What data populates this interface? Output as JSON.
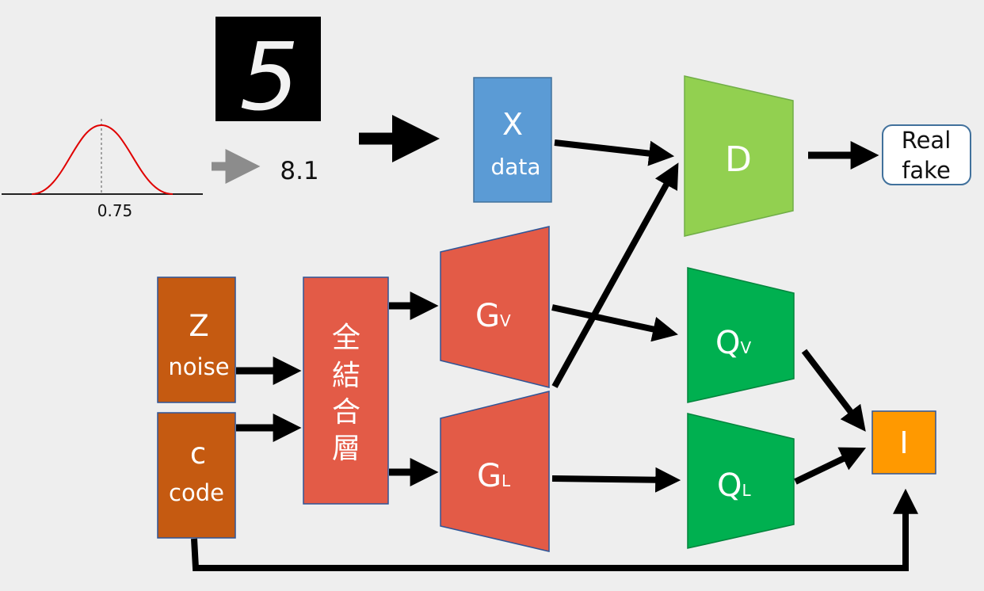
{
  "distribution": {
    "mean_label": "0.75"
  },
  "sample": {
    "value_label": "8.1"
  },
  "digit_image": {
    "digit": "5"
  },
  "data_box": {
    "title": "X",
    "subtitle": "data"
  },
  "noise_box": {
    "title": "Z",
    "subtitle": "noise"
  },
  "code_box": {
    "title": "c",
    "subtitle": "code"
  },
  "fc_layer": {
    "chars": [
      "全",
      "結",
      "合",
      "層"
    ]
  },
  "generator_v": {
    "main": "G",
    "sub": "V"
  },
  "generator_l": {
    "main": "G",
    "sub": "L"
  },
  "discriminator": {
    "label": "D"
  },
  "q_v": {
    "main": "Q",
    "sub": "V"
  },
  "q_l": {
    "main": "Q",
    "sub": "L"
  },
  "info_box": {
    "label": "I"
  },
  "output_box": {
    "line1": "Real",
    "line2": "fake"
  },
  "colors": {
    "background": "#eeeeee",
    "data_blue": "#5b9bd5",
    "brown": "#c55a11",
    "red": "#e35b47",
    "green_light": "#92d050",
    "green": "#00b050",
    "orange": "#ff9900",
    "output_border": "#41719c",
    "curve": "#e00000",
    "gray_arrow": "#8c8c8c"
  }
}
